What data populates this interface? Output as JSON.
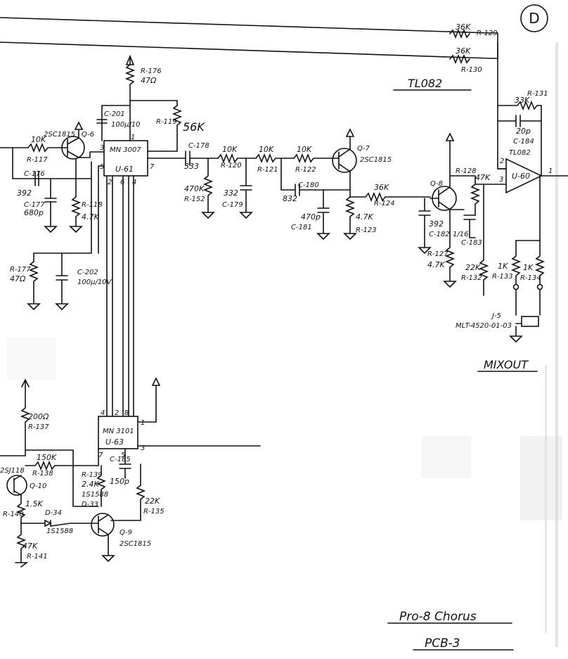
{
  "sheet": {
    "corner_letter": "D",
    "title": "Pro-8 Chorus",
    "board": "PCB-3",
    "opamp_note": "TL082",
    "output_label": "MIXOUT"
  },
  "chips": {
    "u61": {
      "part": "MN 3007",
      "ref": "U-61"
    },
    "u63": {
      "part": "MN 3101",
      "ref": "U-63"
    },
    "u60": {
      "ref": "U-60",
      "part": "TL082"
    }
  },
  "transistors": {
    "q6": {
      "ref": "Q-6",
      "part": "2SC1815"
    },
    "q7": {
      "ref": "Q-7",
      "part": "2SC1815"
    },
    "q8": {
      "ref": "Q-8"
    },
    "q9": {
      "ref": "Q-9",
      "part": "2SC1815"
    },
    "q10": {
      "ref": "Q-10",
      "part": "2SJ118"
    }
  },
  "resistors": {
    "r129": {
      "ref": "R-129",
      "value": "36K"
    },
    "r130": {
      "ref": "R-130",
      "value": "36K"
    },
    "r131": {
      "ref": "R-131",
      "value": "33K"
    },
    "r176": {
      "ref": "R-176",
      "value": "47Ω"
    },
    "r119": {
      "ref": "R-119",
      "value": "56K"
    },
    "r117": {
      "ref": "R-117",
      "value": "10K"
    },
    "r118": {
      "ref": "R-118",
      "value": "4.7K"
    },
    "r120": {
      "ref": "R-120",
      "value": "10K"
    },
    "r121": {
      "ref": "R-121",
      "value": "10K"
    },
    "r122": {
      "ref": "R-122",
      "value": "10K"
    },
    "r152": {
      "ref": "R-152",
      "value": "470K"
    },
    "r123": {
      "ref": "R-123",
      "value": "4.7K"
    },
    "r124": {
      "ref": "R-124",
      "value": "36K"
    },
    "r128": {
      "ref": "R-128",
      "value": "47K"
    },
    "r127": {
      "ref": "R-127",
      "value": "4.7K"
    },
    "r132": {
      "ref": "R-132",
      "value": "22K"
    },
    "r133": {
      "ref": "R-133",
      "value": "1K"
    },
    "r134": {
      "ref": "R-134",
      "value": "1K"
    },
    "r177": {
      "ref": "R-177",
      "value": "47Ω"
    },
    "r137": {
      "ref": "R-137",
      "value": "200Ω"
    },
    "r138": {
      "ref": "R-138",
      "value": "150K"
    },
    "r139": {
      "ref": "R-139",
      "value": "2.4K"
    },
    "r135": {
      "ref": "R-135",
      "value": "22K"
    },
    "r140": {
      "ref": "R-140",
      "value": "1.5K"
    },
    "r141": {
      "ref": "R-141",
      "value": "47K"
    }
  },
  "capacitors": {
    "c201": {
      "ref": "C-201",
      "value": "100μ/10"
    },
    "c176": {
      "ref": "C-176",
      "value": "392"
    },
    "c177": {
      "ref": "C-177",
      "value": "680p"
    },
    "c178": {
      "ref": "C-178",
      "value": "333"
    },
    "c179": {
      "ref": "C-179",
      "value": "332"
    },
    "c180": {
      "ref": "C-180",
      "value": "832"
    },
    "c181": {
      "ref": "C-181",
      "value": "470p"
    },
    "c182": {
      "ref": "C-182",
      "value": "392"
    },
    "c183": {
      "ref": "C-183",
      "value": "1/16"
    },
    "c184": {
      "ref": "C-184",
      "value": "20p"
    },
    "c202": {
      "ref": "C-202",
      "value": "100μ/10V"
    },
    "c185": {
      "ref": "C-185",
      "value": "150p"
    }
  },
  "diodes": {
    "d33": {
      "ref": "D-33",
      "part": "1S1588"
    },
    "d34": {
      "ref": "D-34",
      "part": "1S1588"
    }
  },
  "connector": {
    "ref": "J-5",
    "part": "MLT-4520-01-03"
  },
  "pins": {
    "u61": [
      "1",
      "3",
      "5",
      "7",
      "2",
      "6",
      "4"
    ],
    "u63": [
      "4",
      "2",
      "8",
      "1",
      "7",
      "5",
      "3"
    ],
    "u60": [
      "2",
      "3",
      "1"
    ]
  }
}
